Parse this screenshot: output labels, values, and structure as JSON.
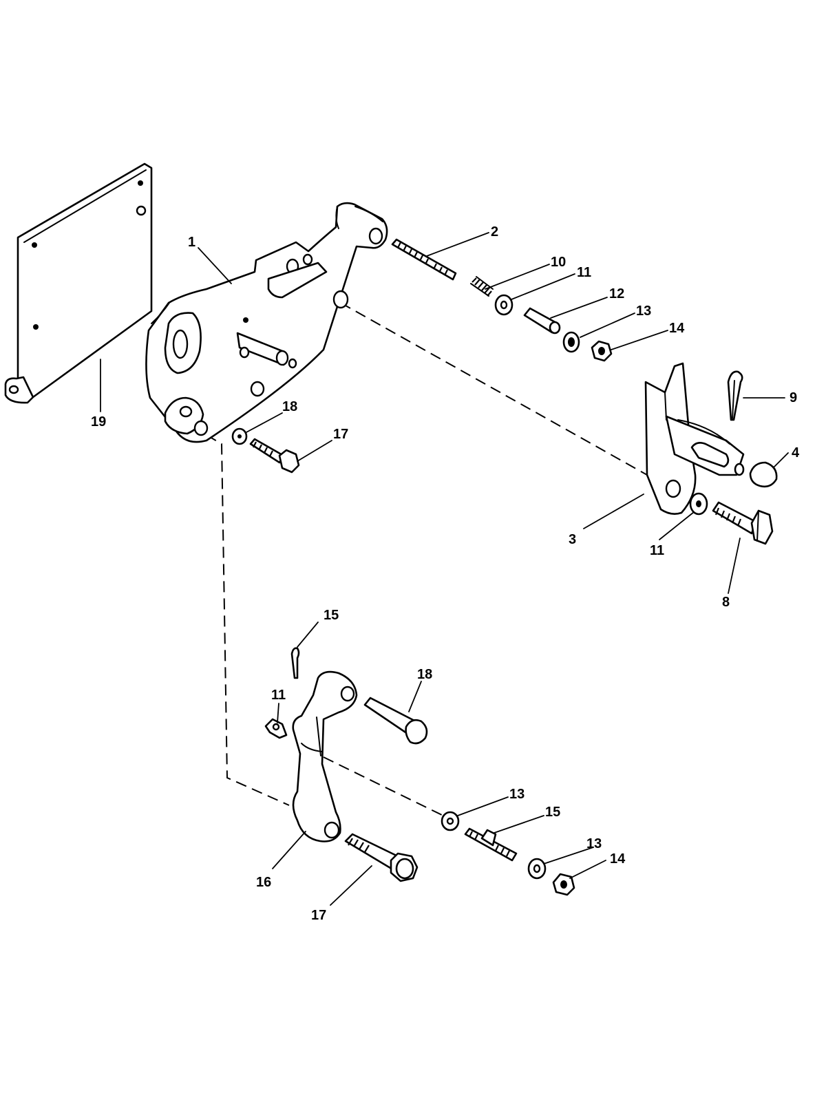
{
  "callouts": {
    "c1": "1",
    "c2": "2",
    "c3": "3",
    "c4": "4",
    "c8": "8",
    "c9": "9",
    "c10": "10",
    "c11a": "11",
    "c11b": "11",
    "c11c": "11",
    "c12": "12",
    "c13a": "13",
    "c13b": "13",
    "c13c": "13",
    "c14a": "14",
    "c14b": "14",
    "c15a": "15",
    "c15b": "15",
    "c16": "16",
    "c17a": "17",
    "c17b": "17",
    "c18a": "18",
    "c18b": "18",
    "c19": "19"
  }
}
